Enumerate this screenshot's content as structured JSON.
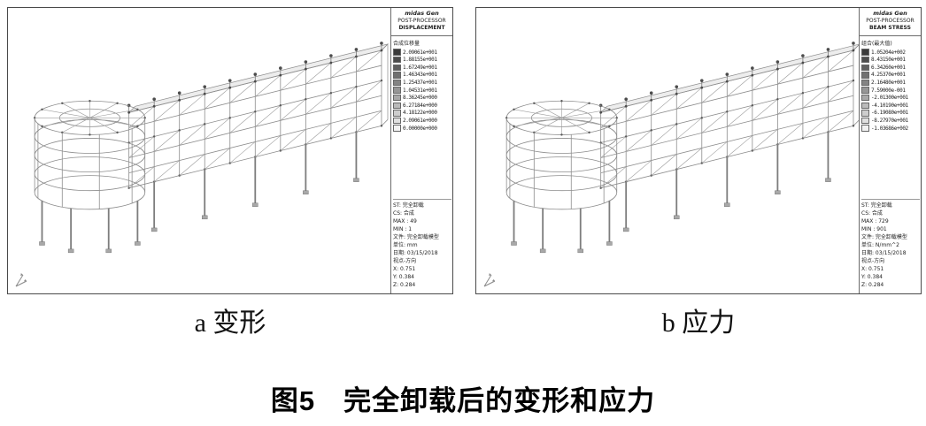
{
  "figure": {
    "label_a": "a 变形",
    "label_b": "b 应力",
    "caption": "图5　完全卸载后的变形和应力"
  },
  "colors": {
    "scale_dark": "#3a3a3a",
    "scale_light": "#f2f2f2"
  },
  "panels": {
    "a": {
      "legend": {
        "brand": "midas Gen",
        "title": "POST-PROCESSOR",
        "subtitle": "DISPLACEMENT",
        "scale_title": "合成位移量",
        "scale_values": [
          "2.09061e+001",
          "1.88155e+001",
          "1.67249e+001",
          "1.46343e+001",
          "1.25437e+001",
          "1.04531e+001",
          "8.36245e+000",
          "6.27184e+000",
          "4.18122e+000",
          "2.09061e+000",
          "0.00000e+000"
        ],
        "info_lines": [
          "ST: 完全卸载",
          "CS: 合成",
          "MAX : 49",
          "MIN : 1",
          "文件: 完全卸载模型",
          "单位: mm",
          "日期: 03/15/2018",
          "视点-方向",
          "X: 0.751",
          "Y: 0.384",
          "Z: 0.284"
        ]
      }
    },
    "b": {
      "legend": {
        "brand": "midas Gen",
        "title": "POST-PROCESSOR",
        "subtitle": "BEAM STRESS",
        "scale_title": "组合(最大值)",
        "scale_values": [
          "1.05204e+002",
          "8.43150e+001",
          "6.34260e+001",
          "4.25370e+001",
          "2.16480e+001",
          "7.59000e-001",
          "-2.01300e+001",
          "-4.10190e+001",
          "-6.19080e+001",
          "-8.27970e+001",
          "-1.03686e+002"
        ],
        "info_lines": [
          "ST: 完全卸载",
          "CS: 合成",
          "MAX : 729",
          "MIN : 901",
          "文件: 完全卸载模型",
          "单位: N/mm^2",
          "日期: 03/15/2018",
          "视点-方向",
          "X: 0.751",
          "Y: 0.384",
          "Z: 0.284"
        ]
      }
    }
  }
}
